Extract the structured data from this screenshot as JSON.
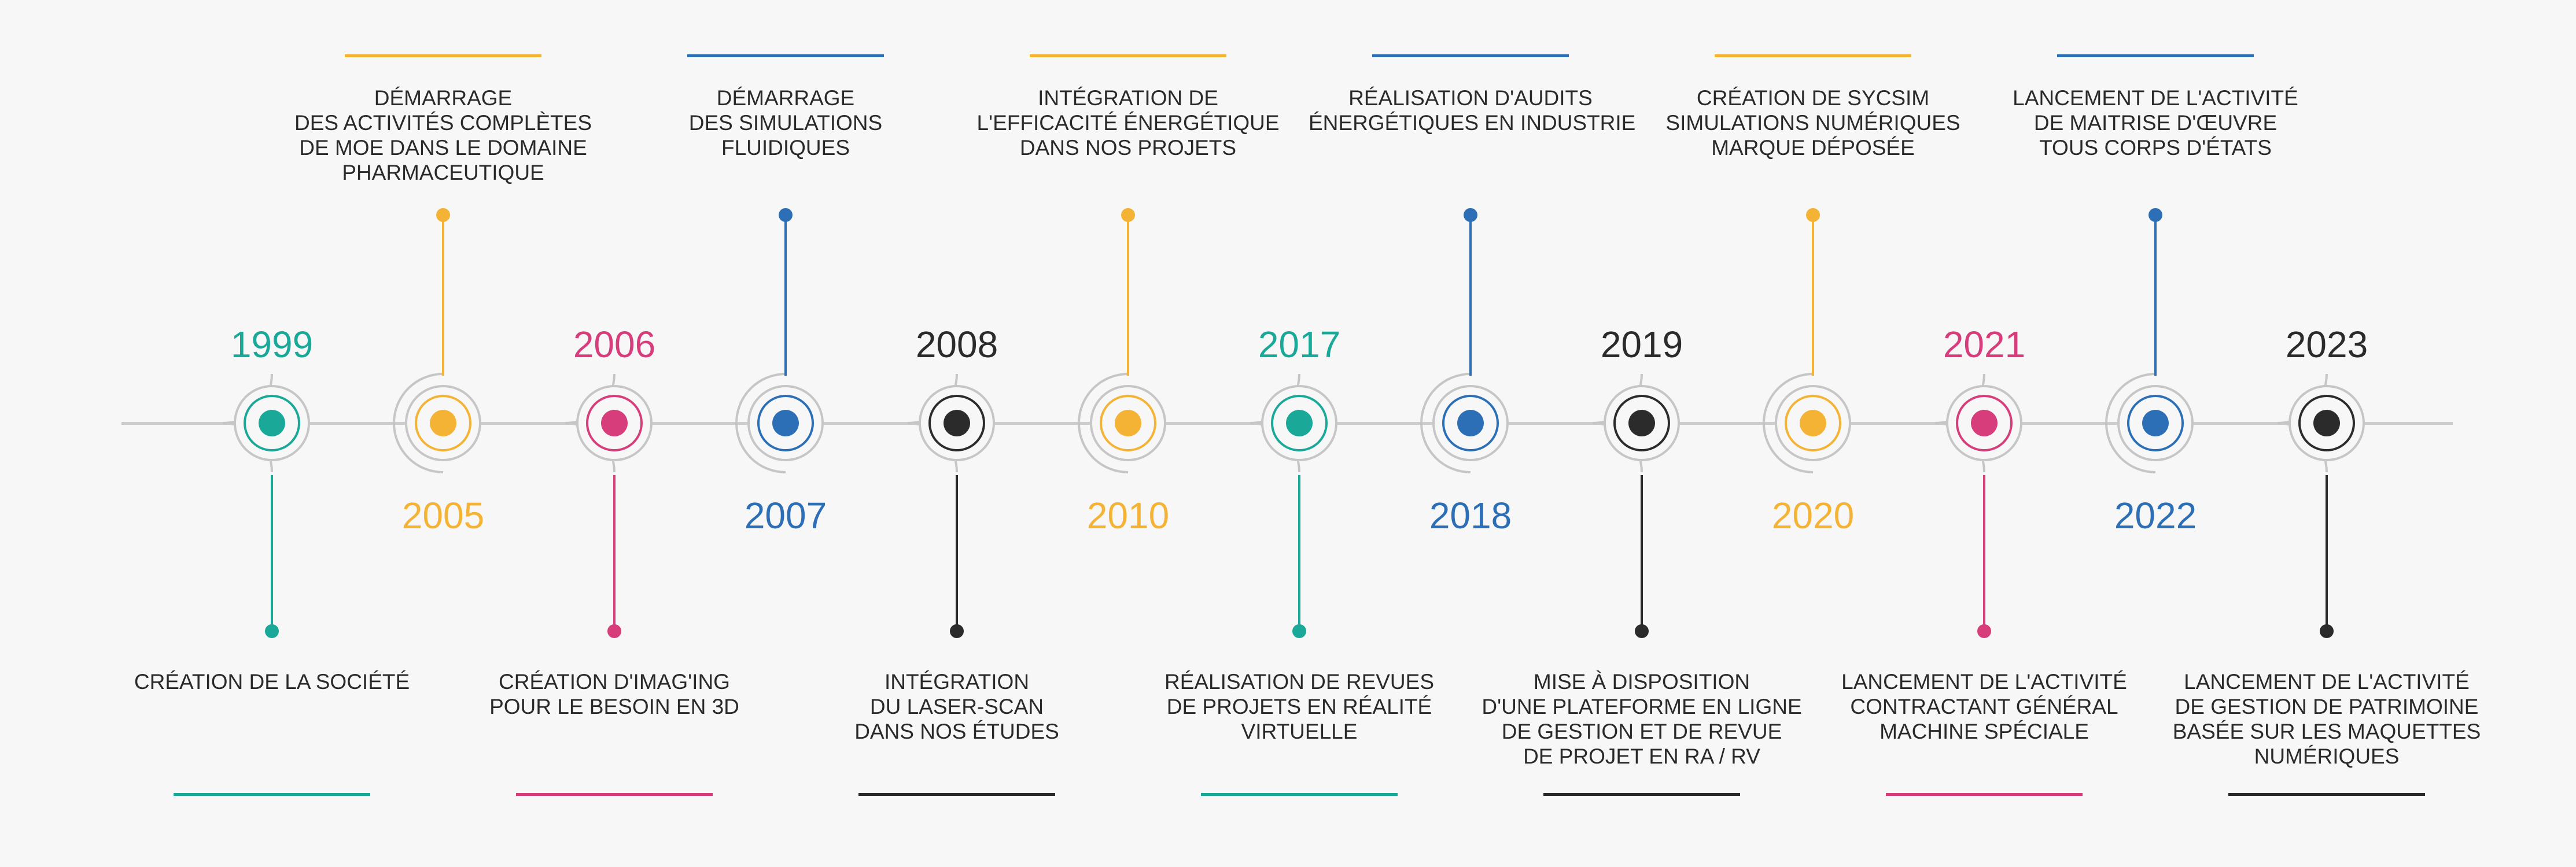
{
  "colors": {
    "teal": "#1aa898",
    "yellow": "#f5b335",
    "pink": "#d63d7a",
    "blue": "#2c6fb6",
    "dark": "#2b2b2b",
    "axis": "#cdcdcd",
    "ring": "#c6c6c6"
  },
  "events": [
    {
      "year": "1999",
      "color": "teal",
      "side": "below",
      "lines": [
        "CRÉATION DE LA SOCIÉTÉ"
      ]
    },
    {
      "year": "2005",
      "color": "yellow",
      "side": "above",
      "lines": [
        "DÉMARRAGE",
        "DES ACTIVITÉS COMPLÈTES",
        "DE MOE DANS LE DOMAINE",
        "PHARMACEUTIQUE"
      ]
    },
    {
      "year": "2006",
      "color": "pink",
      "side": "below",
      "lines": [
        "CRÉATION D'IMAG'ING",
        "POUR LE BESOIN EN 3D"
      ]
    },
    {
      "year": "2007",
      "color": "blue",
      "side": "above",
      "lines": [
        "DÉMARRAGE",
        "DES SIMULATIONS",
        "FLUIDIQUES"
      ]
    },
    {
      "year": "2008",
      "color": "dark",
      "side": "below",
      "lines": [
        "INTÉGRATION",
        "DU LASER-SCAN",
        "DANS NOS ÉTUDES"
      ]
    },
    {
      "year": "2010",
      "color": "yellow",
      "side": "above",
      "lines": [
        "INTÉGRATION DE",
        "L'EFFICACITÉ ÉNERGÉTIQUE",
        "DANS NOS PROJETS"
      ]
    },
    {
      "year": "2017",
      "color": "teal",
      "side": "below",
      "lines": [
        "RÉALISATION DE REVUES",
        "DE PROJETS EN RÉALITÉ",
        "VIRTUELLE"
      ]
    },
    {
      "year": "2018",
      "color": "blue",
      "side": "above",
      "lines": [
        "RÉALISATION D'AUDITS",
        "ÉNERGÉTIQUES EN INDUSTRIE"
      ]
    },
    {
      "year": "2019",
      "color": "dark",
      "side": "below",
      "lines": [
        "MISE À DISPOSITION",
        "D'UNE PLATEFORME EN LIGNE",
        "DE GESTION ET DE REVUE",
        "DE PROJET EN RA / RV"
      ]
    },
    {
      "year": "2020",
      "color": "yellow",
      "side": "above",
      "lines": [
        "CRÉATION DE SYCSIM",
        "SIMULATIONS NUMÉRIQUES",
        "MARQUE DÉPOSÉE"
      ]
    },
    {
      "year": "2021",
      "color": "pink",
      "side": "below",
      "lines": [
        "LANCEMENT DE L'ACTIVITÉ",
        "CONTRACTANT GÉNÉRAL",
        "MACHINE SPÉCIALE"
      ]
    },
    {
      "year": "2022",
      "color": "blue",
      "side": "above",
      "lines": [
        "LANCEMENT DE L'ACTIVITÉ",
        "DE MAITRISE D'ŒUVRE",
        "TOUS CORPS D'ÉTATS"
      ]
    },
    {
      "year": "2023",
      "color": "dark",
      "side": "below",
      "lines": [
        "LANCEMENT DE L'ACTIVITÉ",
        "DE GESTION DE PATRIMOINE",
        "BASÉE SUR LES MAQUETTES",
        "NUMÉRIQUES"
      ]
    }
  ]
}
